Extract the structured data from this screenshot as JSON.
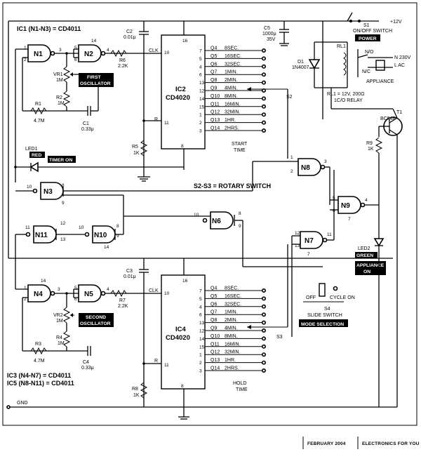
{
  "header": {
    "ic1": "IC1 (N1-N3) = CD4011",
    "ic3": "IC3 (N4-N7) = CD4011",
    "ic5": "IC5 (N8-N11) = CD4011"
  },
  "ic2": {
    "name": "IC2",
    "part": "CD4020",
    "pins": {
      "vcc": "16",
      "clk": "10",
      "r": "11",
      "gnd": "8"
    },
    "clk_label": "CLK",
    "r_label": "R"
  },
  "ic4": {
    "name": "IC4",
    "part": "CD4020",
    "pins": {
      "vcc": "16",
      "clk": "10",
      "r": "11",
      "gnd": "8"
    },
    "clk_label": "CLK",
    "r_label": "R"
  },
  "outputs": [
    {
      "q": "Q4",
      "pin": "7",
      "time": "8SEC."
    },
    {
      "q": "Q5",
      "pin": "5",
      "time": "16SEC."
    },
    {
      "q": "Q6",
      "pin": "4",
      "time": "32SEC."
    },
    {
      "q": "Q7",
      "pin": "6",
      "time": "1MIN."
    },
    {
      "q": "Q8",
      "pin": "13",
      "time": "2MIN."
    },
    {
      "q": "Q9",
      "pin": "12",
      "time": "4MIN."
    },
    {
      "q": "Q10",
      "pin": "14",
      "time": "8MIN."
    },
    {
      "q": "Q11",
      "pin": "15",
      "time": "16MIN."
    },
    {
      "q": "Q12",
      "pin": "1",
      "time": "32MIN."
    },
    {
      "q": "Q13",
      "pin": "2",
      "time": "1HR."
    },
    {
      "q": "Q14",
      "pin": "3",
      "time": "2HRS."
    }
  ],
  "start_time": [
    "START",
    "TIME"
  ],
  "hold_time": [
    "HOLD",
    "TIME"
  ],
  "gates": {
    "n1": "N1",
    "n2": "N2",
    "n3": "N3",
    "n4": "N4",
    "n5": "N5",
    "n6": "N6",
    "n7": "N7",
    "n8": "N8",
    "n9": "N9",
    "n10": "N10",
    "n11": "N11"
  },
  "components": {
    "c2": [
      "C2",
      "0.01μ"
    ],
    "c3": [
      "C3",
      "0.01μ"
    ],
    "c1": [
      "C1",
      "0.33μ"
    ],
    "c4": [
      "C4",
      "0.33μ"
    ],
    "c5": [
      "C5",
      "1000μ",
      "35V"
    ],
    "r6": [
      "R6",
      "2.2K"
    ],
    "r7": [
      "R7",
      "2.2K"
    ],
    "vr1": [
      "VR1",
      "1M"
    ],
    "vr2": [
      "VR2",
      "1M"
    ],
    "r1": [
      "R1",
      "4.7M"
    ],
    "r2": [
      "R2",
      "1M"
    ],
    "r3": [
      "R3",
      "4.7M"
    ],
    "r4": [
      "R4",
      "1M"
    ],
    "r5": [
      "R5",
      "1K"
    ],
    "r8": [
      "R8",
      "1K"
    ],
    "r9": [
      "R9",
      "1K"
    ],
    "d1": [
      "D1",
      "1N4007"
    ],
    "t1": [
      "T1",
      "BC548"
    ],
    "rl1": "RL1",
    "led1": "LED1",
    "led2": "LED2",
    "s1": [
      "S1",
      "ON/OFF SWITCH"
    ],
    "s2": "S2",
    "s3": "S3",
    "s4": [
      "S4",
      "SLIDE SWITCH"
    ],
    "relay_note": [
      "RL1 = 12V, 200Ω",
      "1C/O RELAY"
    ],
    "rotary": "S2-S3 = ROTARY SWITCH",
    "supply": "+12V",
    "gnd": "GND",
    "no": "N/O",
    "nc": "N/C",
    "mains": [
      "N 230V",
      "L   AC"
    ],
    "appliance": "APPLIANCE",
    "off": "OFF",
    "cycle_on": "CYCLE ON"
  },
  "tags": {
    "first_osc": [
      "FIRST",
      "OSCILLATOR"
    ],
    "second_osc": [
      "SECOND",
      "OSCILLATOR"
    ],
    "power": "POWER",
    "red": "RED",
    "timer_on": "TIMER ON",
    "green": "GREEN",
    "appliance_on": [
      "APPLIANCE",
      "ON"
    ],
    "mode": "MODE SELECTION"
  },
  "footer": {
    "date": "FEBRUARY 2004",
    "mag": "ELECTRONICS FOR YOU"
  }
}
